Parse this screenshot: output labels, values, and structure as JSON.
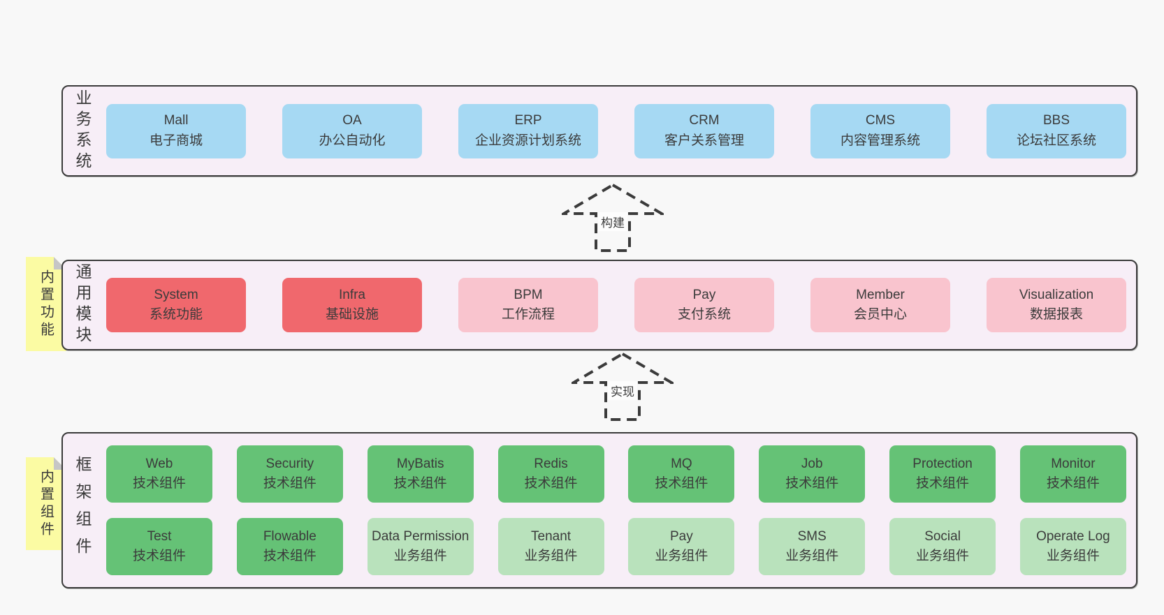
{
  "diagram": {
    "layers": {
      "business": {
        "side_label": "业务系统",
        "boxes": [
          {
            "en": "Mall",
            "zh": "电子商城"
          },
          {
            "en": "OA",
            "zh": "办公自动化"
          },
          {
            "en": "ERP",
            "zh": "企业资源计划系统"
          },
          {
            "en": "CRM",
            "zh": "客户关系管理"
          },
          {
            "en": "CMS",
            "zh": "内容管理系统"
          },
          {
            "en": "BBS",
            "zh": "论坛社区系统"
          }
        ]
      },
      "modules": {
        "side_label": "通用模块",
        "sticky_note": "内置功能",
        "boxes": [
          {
            "en": "System",
            "zh": "系统功能",
            "variant": "red"
          },
          {
            "en": "Infra",
            "zh": "基础设施",
            "variant": "red"
          },
          {
            "en": "BPM",
            "zh": "工作流程",
            "variant": "pink"
          },
          {
            "en": "Pay",
            "zh": "支付系统",
            "variant": "pink"
          },
          {
            "en": "Member",
            "zh": "会员中心",
            "variant": "pink"
          },
          {
            "en": "Visualization",
            "zh": "数据报表",
            "variant": "pink"
          }
        ]
      },
      "components": {
        "side_label": "框架组件",
        "sticky_note": "内置组件",
        "row1": [
          {
            "en": "Web",
            "zh": "技术组件",
            "variant": "green"
          },
          {
            "en": "Security",
            "zh": "技术组件",
            "variant": "green"
          },
          {
            "en": "MyBatis",
            "zh": "技术组件",
            "variant": "green"
          },
          {
            "en": "Redis",
            "zh": "技术组件",
            "variant": "green"
          },
          {
            "en": "MQ",
            "zh": "技术组件",
            "variant": "green"
          },
          {
            "en": "Job",
            "zh": "技术组件",
            "variant": "green"
          },
          {
            "en": "Protection",
            "zh": "技术组件",
            "variant": "green"
          },
          {
            "en": "Monitor",
            "zh": "技术组件",
            "variant": "green"
          }
        ],
        "row2": [
          {
            "en": "Test",
            "zh": "技术组件",
            "variant": "green"
          },
          {
            "en": "Flowable",
            "zh": "技术组件",
            "variant": "green"
          },
          {
            "en": "Data Permission",
            "zh": "业务组件",
            "variant": "lightgreen"
          },
          {
            "en": "Tenant",
            "zh": "业务组件",
            "variant": "lightgreen"
          },
          {
            "en": "Pay",
            "zh": "业务组件",
            "variant": "lightgreen"
          },
          {
            "en": "SMS",
            "zh": "业务组件",
            "variant": "lightgreen"
          },
          {
            "en": "Social",
            "zh": "业务组件",
            "variant": "lightgreen"
          },
          {
            "en": "Operate Log",
            "zh": "业务组件",
            "variant": "lightgreen"
          }
        ]
      }
    },
    "arrows": [
      {
        "label": "构建"
      },
      {
        "label": "实现"
      }
    ],
    "colors": {
      "blue_box": "#a6d9f3",
      "red_box": "#f0686d",
      "pink_box": "#f9c4ce",
      "green_box": "#65c276",
      "light_green_box": "#b9e2bc",
      "sticky_yellow": "#fbfba3",
      "panel_background": "#f7eef7",
      "panel_border": "#3a3a3a",
      "page_background": "#f8f8f8"
    }
  }
}
